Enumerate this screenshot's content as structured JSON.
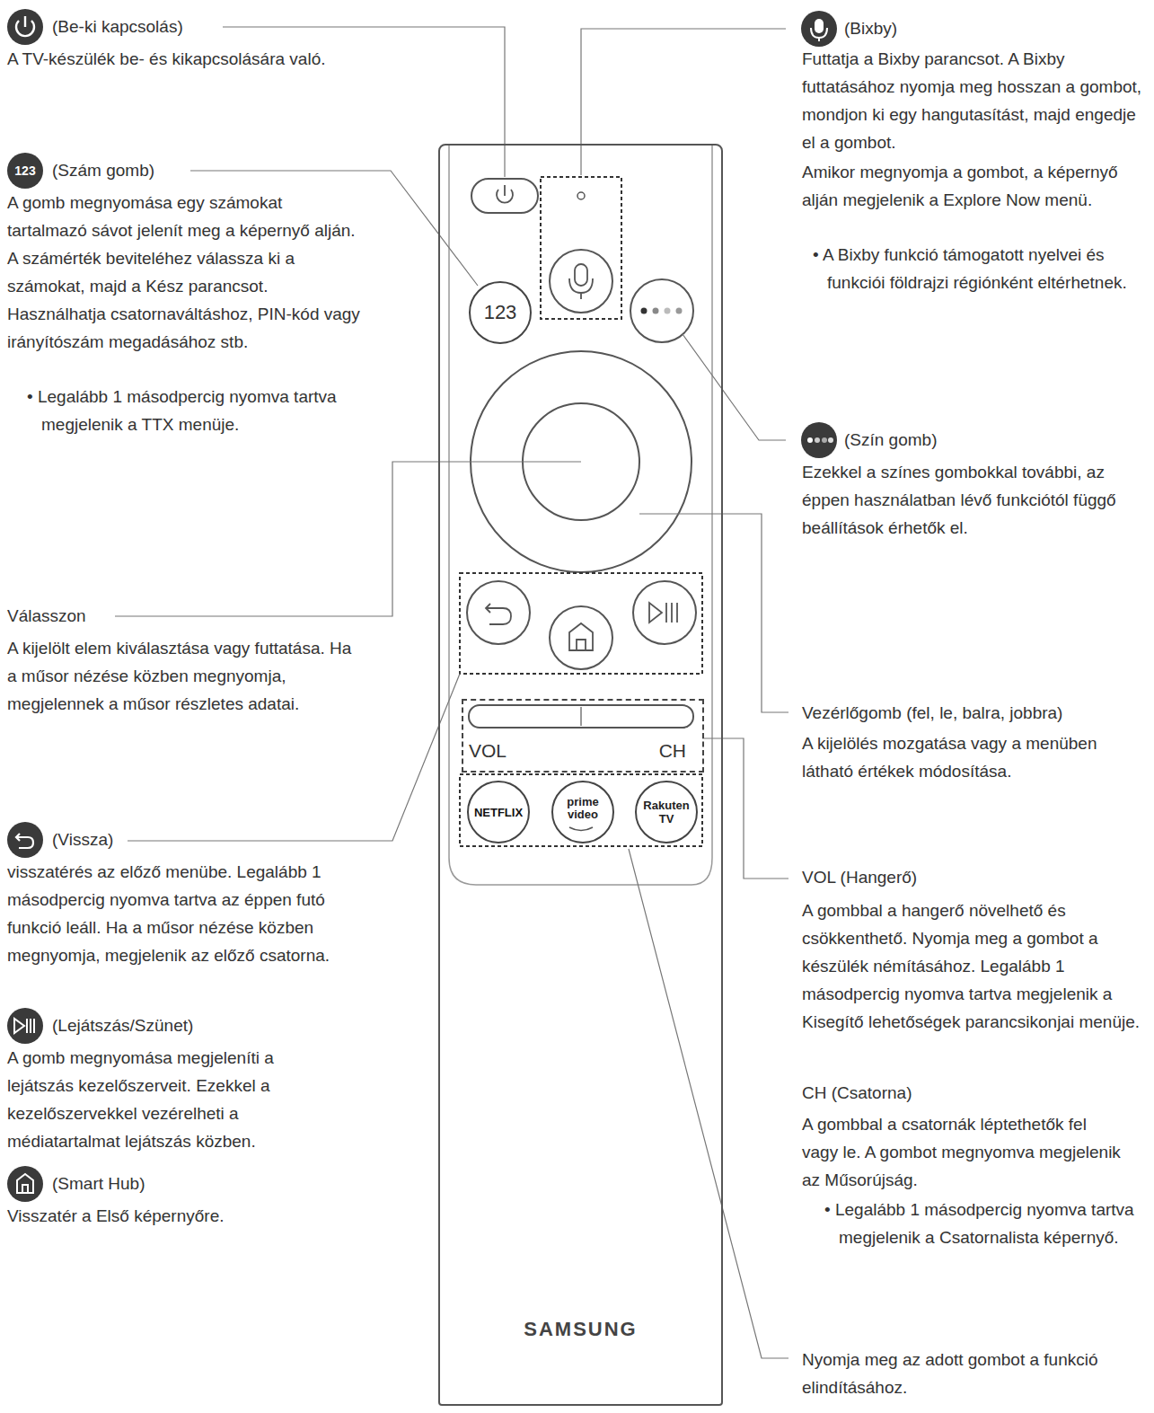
{
  "diagram": {
    "nodes": [
      {
        "text": [
          "SAMSUNG"
        ]
      },
      {
        "text": [
          "123"
        ],
        "in": 0
      },
      {
        "text": [
          "VOL",
          "CH"
        ],
        "in": 0
      },
      {
        "text": [
          "NETFLIX"
        ],
        "in": 0
      },
      {
        "text": [
          "prime video"
        ],
        "in": 0
      },
      {
        "text": [
          "Rakuten TV"
        ],
        "in": 0
      },
      {
        "text": [
          "123"
        ]
      }
    ],
    "labels": [
      "(Be-ki kapcsolás)",
      "A TV-készülék be- és kikapcsolására való.",
      "(Szám gomb)",
      "A gomb megnyomása egy számokat tartalmazó sávot jelenít meg a képernyő alján. A számérték beviteléhez válassza ki a számokat, majd a Kész parancsot. Használhatja csatornaváltáshoz, PIN-kód vagy irányítószám megadásához stb.",
      "• Legalább 1 másodpercig nyomva tartva megjelenik a TTX menüje.",
      "Válasszon",
      "A kijelölt elem kiválasztása vagy futtatása. Ha a műsor nézése közben megnyomja, megjelennek a műsor részletes adatai.",
      "(Vissza)",
      "visszatérés az előző menübe. Legalább 1 másodpercig nyomva tartva az éppen futó funkció leáll. Ha a műsor nézése közben megnyomja, megjelenik az előző csatorna.",
      "(Lejátszás/Szünet)",
      "A gomb megnyomása megjeleníti a lejátszás kezelőszerveit. Ezekkel a kezelőszervekkel vezérelheti a médiatartalmat lejátszás közben.",
      "(Smart Hub)",
      "Visszatér a Első képernyőre.",
      "(Bixby)",
      "Futtatja a Bixby parancsot. A Bixby futtatásához nyomja meg hosszan a gombot, mondjon ki egy hangutasítást, majd engedje el a gombot.",
      "Amikor megnyomja a gombot, a képernyő alján megjelenik a Explore Now menü.",
      "• A Bixby funkció támogatott nyelvei és funkciói földrajzi régiónként eltérhetnek.",
      "(Szín gomb)",
      "Ezekkel a színes gombokkal további, az éppen használatban lévő funkciótól függő beállítások érhetők el.",
      "Vezérlőgomb (fel, le, balra, jobbra)",
      "A kijelölés mozgatása vagy a menüben látható értékek módosítása.",
      "VOL (Hangerő)",
      "A gombbal a hangerő növelhető és csökkenthető. Nyomja meg a gombot a készülék némításához. Legalább 1 másodpercig nyomva tartva megjelenik a Kisegítő lehetőségek parancsikonjai menüje.",
      "CH (Csatorna)",
      "A gombbal a csatornák léptethetők fel vagy le. A gombot megnyomva megjelenik az Műsorújság.",
      "• Legalább 1 másodpercig nyomva tartva megjelenik a Csatornalista képernyő.",
      "Nyomja meg az adott gombot a funkció elindításához."
    ]
  }
}
